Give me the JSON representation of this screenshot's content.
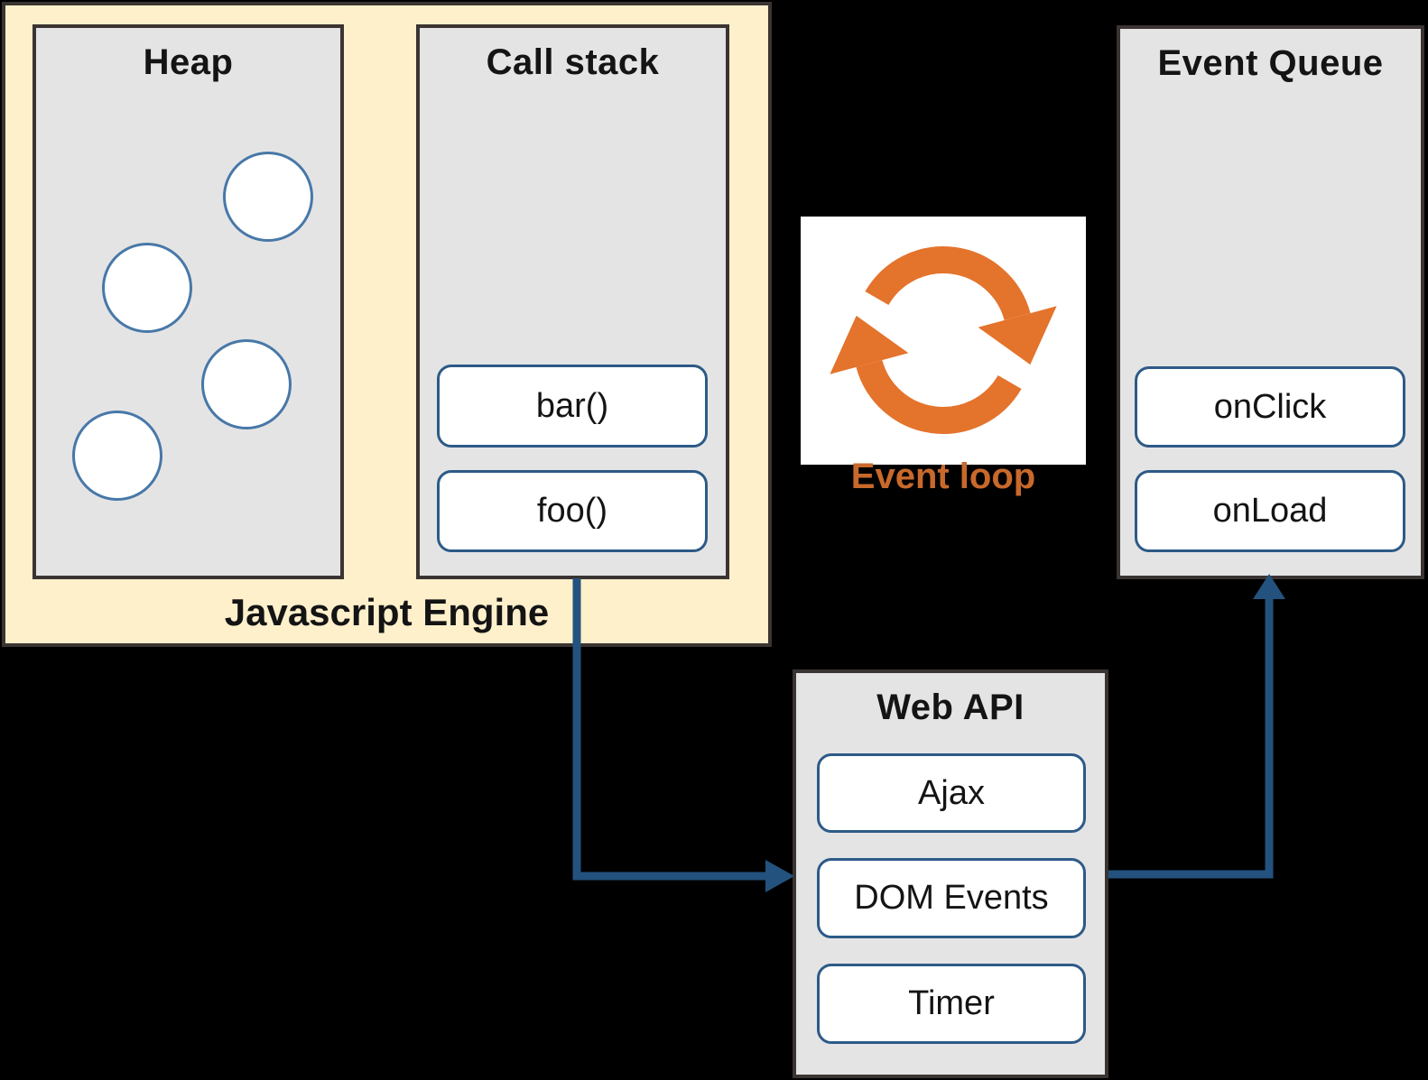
{
  "diagram": {
    "javascript_engine": {
      "label": "Javascript Engine",
      "heap": {
        "title": "Heap"
      },
      "call_stack": {
        "title": "Call stack",
        "frames": [
          "bar()",
          "foo()"
        ]
      }
    },
    "event_loop": {
      "label": "Event loop",
      "icon": "sync-arrows-icon"
    },
    "event_queue": {
      "title": "Event Queue",
      "items": [
        "onClick",
        "onLoad"
      ]
    },
    "web_api": {
      "title": "Web API",
      "items": [
        "Ajax",
        "DOM Events",
        "Timer"
      ]
    },
    "colors": {
      "background": "#000000",
      "engine_fill": "#FDF0CB",
      "panel_fill": "#E5E4E5",
      "panel_border": "#3A3432",
      "pill_border": "#2D5A87",
      "heap_circle_border": "#4778A8",
      "arrow_blue": "#24527E",
      "loop_icon_orange": "#E4732C",
      "loop_text_orange": "#C8692B"
    }
  }
}
